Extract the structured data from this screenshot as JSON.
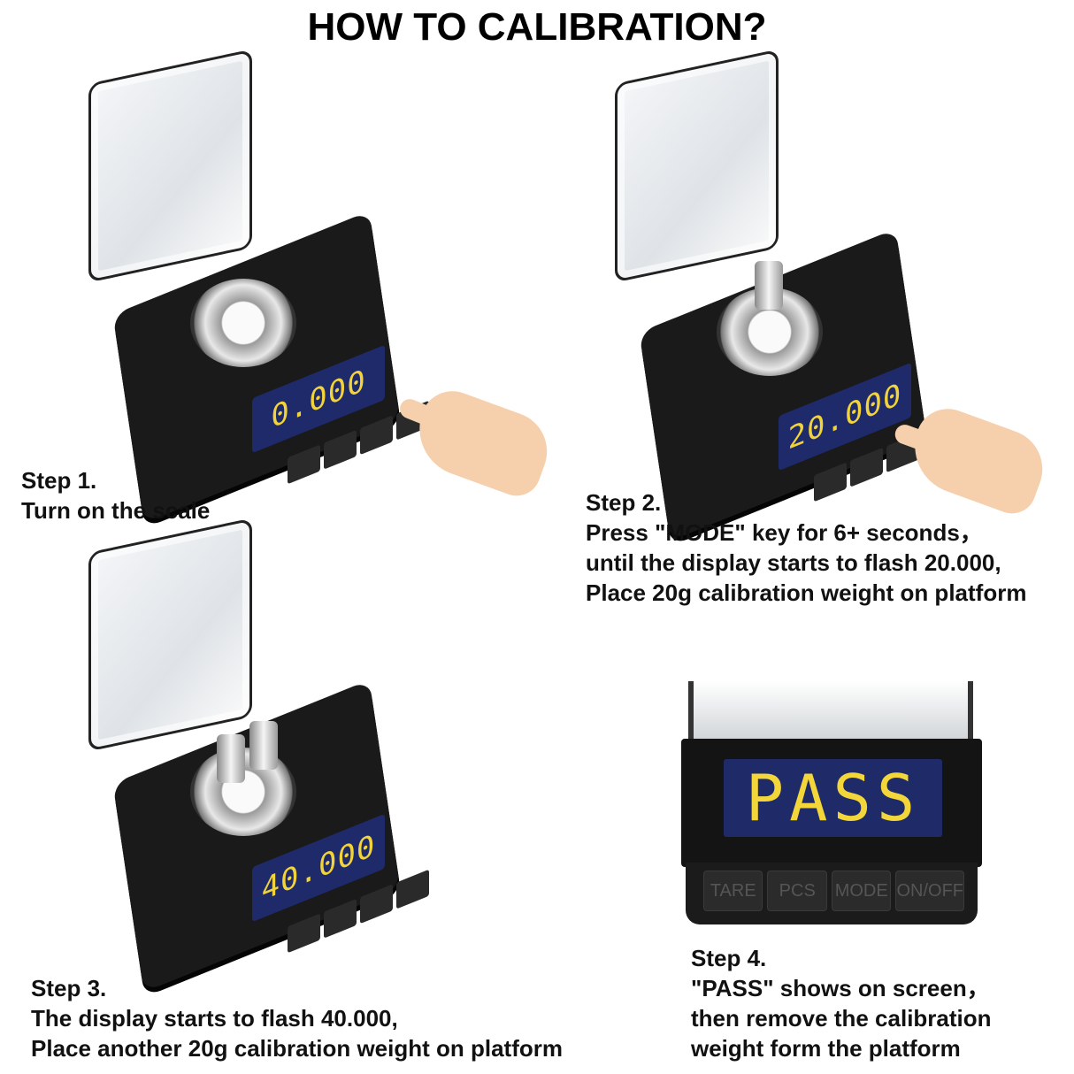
{
  "title": "HOW TO CALIBRATION?",
  "steps": [
    {
      "heading": "Step 1.",
      "lines": [
        "Turn on the scale"
      ],
      "display": "0.000"
    },
    {
      "heading": "Step 2.",
      "lines": [
        "Press \"MODE\" key for 6+ seconds，",
        "until the display starts to flash 20.000,",
        "Place 20g calibration weight on platform"
      ],
      "display": "20.000"
    },
    {
      "heading": "Step 3.",
      "lines": [
        "The display starts to flash 40.000,",
        "Place another 20g calibration weight on platform"
      ],
      "display": "40.000"
    },
    {
      "heading": "Step 4.",
      "lines": [
        "\"PASS\" shows on screen，",
        "then remove the calibration",
        "weight form the platform"
      ],
      "display": "PASS"
    }
  ],
  "keys": [
    "TARE",
    "PCS",
    "MODE",
    "ON/OFF"
  ],
  "colors": {
    "display_bg": "#1f2b68",
    "digits": "#f3d63a",
    "body": "#1a1a1a"
  }
}
